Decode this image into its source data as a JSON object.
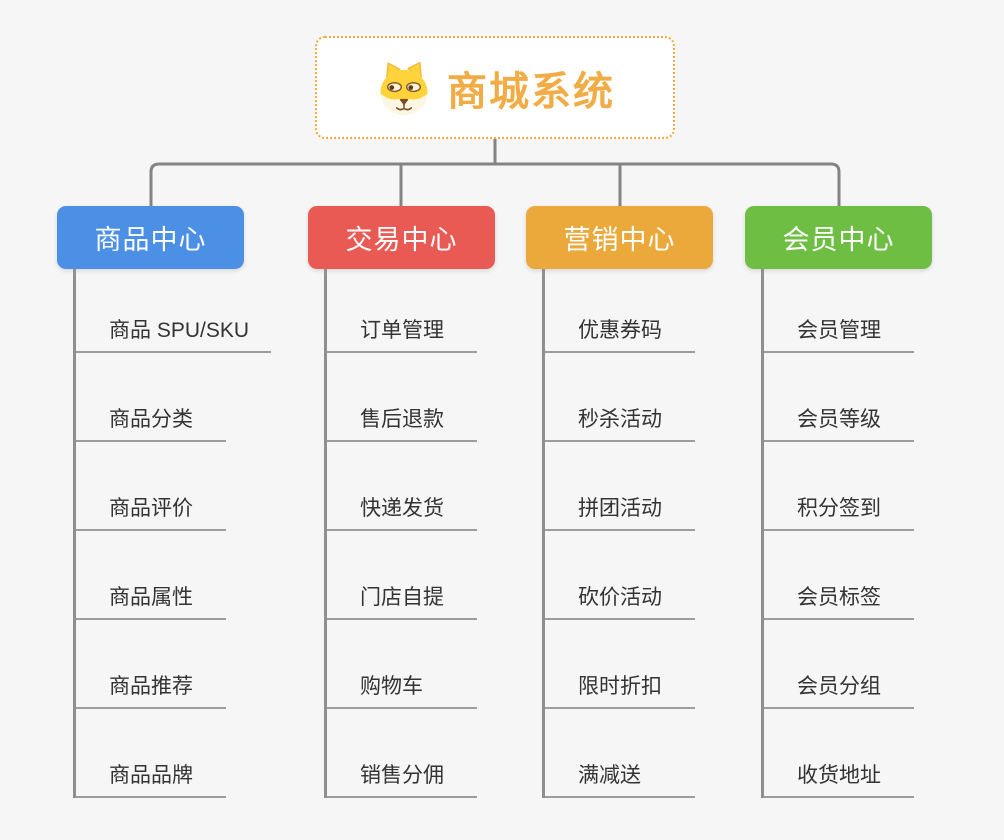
{
  "root": {
    "title": "商城系统",
    "icon": "doge-icon"
  },
  "branches": [
    {
      "label": "商品中心",
      "color": "#4B90E5",
      "children": [
        "商品 SPU/SKU",
        "商品分类",
        "商品评价",
        "商品属性",
        "商品推荐",
        "商品品牌"
      ]
    },
    {
      "label": "交易中心",
      "color": "#E95A55",
      "children": [
        "订单管理",
        "售后退款",
        "快递发货",
        "门店自提",
        "购物车",
        "销售分佣"
      ]
    },
    {
      "label": "营销中心",
      "color": "#EBA93C",
      "children": [
        "优惠券码",
        "秒杀活动",
        "拼团活动",
        "砍价活动",
        "限时折扣",
        "满减送"
      ]
    },
    {
      "label": "会员中心",
      "color": "#6FBE44",
      "children": [
        "会员管理",
        "会员等级",
        "积分签到",
        "会员标签",
        "会员分组",
        "收货地址"
      ]
    }
  ],
  "colors": {
    "root_accent": "#F2AC45",
    "root_border": "#F3A93D",
    "connector_line": "#848484",
    "child_line": "#8f8f8f",
    "child_underline": "#9d9d9d",
    "child_text": "#333333",
    "background": "#f6f6f6"
  }
}
